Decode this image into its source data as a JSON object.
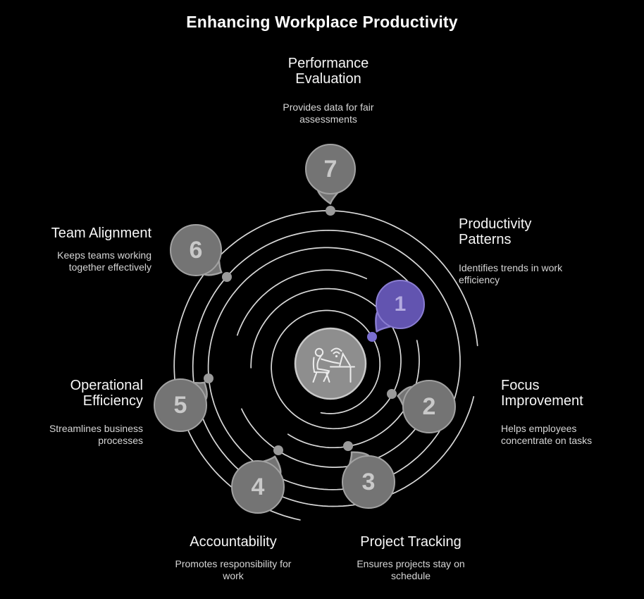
{
  "title": "Enhancing Workplace Productivity",
  "center": {
    "icon": "person-at-desk-wifi-icon"
  },
  "colors": {
    "background": "#000000",
    "spiral_line": "#eaeaea",
    "bubble_gray_fill": "#747474",
    "bubble_gray_border": "#a2a2a2",
    "bubble_gray_number": "#c9c9c9",
    "bubble_purple_fill": "#6254b0",
    "bubble_purple_border": "#8a7dd2",
    "bubble_purple_number": "#b3aae0",
    "dot_gray": "#9a9a9a",
    "dot_purple": "#7a6ed1",
    "hub_fill": "#8e8e8e",
    "hub_border": "#c9c9c9",
    "hub_icon_stroke": "#ececec",
    "heading_text": "#f7f7f7",
    "description_text": "#d6d6d6",
    "title_text": "#ffffff"
  },
  "nodes": [
    {
      "number": "1",
      "label": "Productivity Patterns",
      "description": "Identifies trends in work efficiency",
      "highlighted": true
    },
    {
      "number": "2",
      "label": "Focus Improvement",
      "description": "Helps employees concentrate on tasks",
      "highlighted": false
    },
    {
      "number": "3",
      "label": "Project Tracking",
      "description": "Ensures projects stay on schedule",
      "highlighted": false
    },
    {
      "number": "4",
      "label": "Accountability",
      "description": "Promotes responsibility for work",
      "highlighted": false
    },
    {
      "number": "5",
      "label": "Operational Efficiency",
      "description": "Streamlines business processes",
      "highlighted": false
    },
    {
      "number": "6",
      "label": "Team Alignment",
      "description": "Keeps teams working together effectively",
      "highlighted": false
    },
    {
      "number": "7",
      "label": "Performance Evaluation",
      "description": "Provides data for fair assessments",
      "highlighted": false
    }
  ]
}
